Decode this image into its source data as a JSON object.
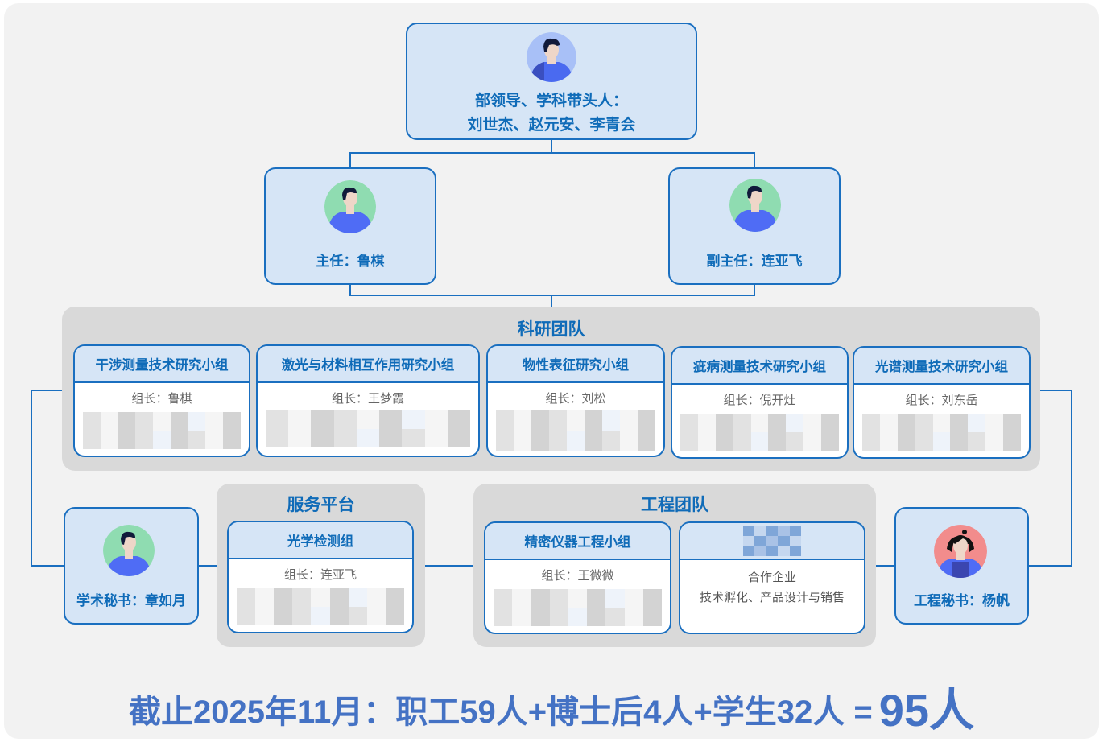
{
  "leadership": {
    "label_line1": "部领导、学科带头人：",
    "label_line2": "刘世杰、赵元安、李青会",
    "avatar_icon": "male-avatar-icon"
  },
  "director": {
    "label": "主任：鲁棋",
    "avatar_icon": "male-avatar-icon"
  },
  "deputy_director": {
    "label": "副主任：连亚飞",
    "avatar_icon": "male-avatar-icon"
  },
  "research_team": {
    "title": "科研团队",
    "groups": [
      {
        "name": "干涉测量技术研究小组",
        "leader": "组长：鲁棋"
      },
      {
        "name": "激光与材料相互作用研究小组",
        "leader": "组长：王梦霞"
      },
      {
        "name": "物性表征研究小组",
        "leader": "组长：刘松"
      },
      {
        "name": "疵病测量技术研究小组",
        "leader": "组长：倪开灶"
      },
      {
        "name": "光谱测量技术研究小组",
        "leader": "组长：刘东岳"
      }
    ]
  },
  "service_platform": {
    "title": "服务平台",
    "groups": [
      {
        "name": "光学检测组",
        "leader": "组长：连亚飞"
      }
    ]
  },
  "engineering_team": {
    "title": "工程团队",
    "groups": [
      {
        "name": "精密仪器工程小组",
        "leader": "组长：王微微"
      },
      {
        "name": "",
        "line1": "合作企业",
        "line2": "技术孵化、产品设计与销售"
      }
    ]
  },
  "academic_secretary": {
    "label": "学术秘书：章如月",
    "avatar_icon": "male-avatar-icon"
  },
  "engineering_secretary": {
    "label": "工程秘书：杨帆",
    "avatar_icon": "female-avatar-icon"
  },
  "summary": {
    "text": "截止2025年11月：职工59人+博士后4人+学生32人 =",
    "total": "95人"
  },
  "colors": {
    "accent": "#1a6fc0",
    "title_text": "#0f6bb8",
    "box_fill": "#d6e5f6",
    "panel_fill": "#d9d9d9",
    "summary_text": "#4472c4"
  }
}
